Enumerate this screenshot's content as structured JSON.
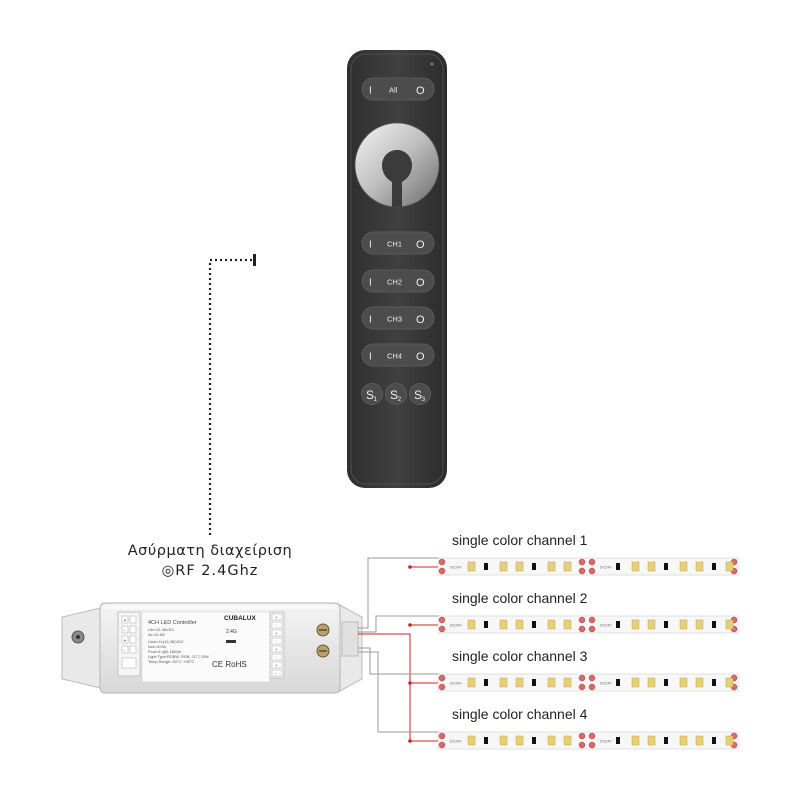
{
  "rf": {
    "title": "Ασύρματη διαχείριση",
    "freq": "◎RF 2.4Ghz"
  },
  "remote": {
    "all_label": "All",
    "on_symbol": "I",
    "off_symbol": "O",
    "channels": [
      {
        "label": "CH1"
      },
      {
        "label": "CH2"
      },
      {
        "label": "CH3"
      },
      {
        "label": "CH4"
      }
    ],
    "scenes": [
      {
        "main": "S",
        "sub": "1"
      },
      {
        "main": "S",
        "sub": "2"
      },
      {
        "main": "S",
        "sub": "3"
      }
    ]
  },
  "controller": {
    "brand": "CUBALUX",
    "model": "4CH LED Controller",
    "specs": [
      "Uin=12-36VDC",
      "Iin=20.5A",
      "Uout=4×(12-36)VDC",
      "Iout=4×5A",
      "Pout=4×(60-180)W",
      "Light Type:RGBW, RGB, CCT, DIM",
      "Temp Range:-30°C~+55°C"
    ],
    "rf_mark": "2.4G",
    "certs": "CE RoHS",
    "left_terminals": [
      "+",
      "-",
      "+",
      "-"
    ],
    "right_terminals": [
      "+",
      "-",
      "+",
      "-",
      "+",
      "-",
      "+",
      "-"
    ]
  },
  "strips": {
    "tag": "DC24V",
    "channels": [
      {
        "label": "single color channel 1"
      },
      {
        "label": "single color channel 2"
      },
      {
        "label": "single color channel 3"
      },
      {
        "label": "single color channel 4"
      }
    ]
  },
  "colors": {
    "remote_body": "#3a3a3a",
    "remote_button": "#4a4a4a",
    "wire_red": "#cc2222",
    "strip_base": "#f7f7f7",
    "led_yellow": "#e8cf75",
    "pad_red": "#d66a6a"
  }
}
